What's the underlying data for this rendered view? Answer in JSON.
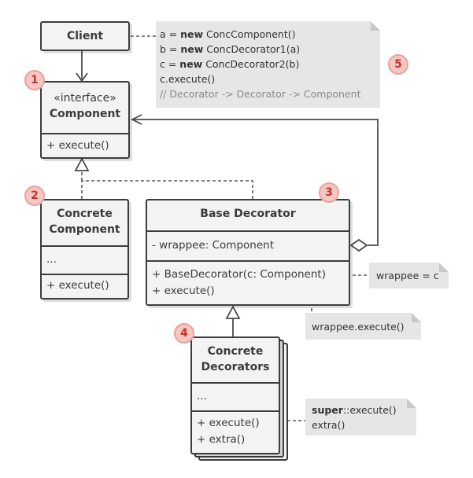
{
  "client": {
    "title": "Client"
  },
  "component": {
    "stereotype": "«interface»",
    "title": "Component",
    "method": "+ execute()"
  },
  "concrete_component": {
    "title_line1": "Concrete",
    "title_line2": "Component",
    "fields": "...",
    "method": "+ execute()"
  },
  "base_decorator": {
    "title": "Base Decorator",
    "field": "- wrappee: Component",
    "method1": "+ BaseDecorator(c: Component)",
    "method2": "+ execute()"
  },
  "concrete_decorators": {
    "title_line1": "Concrete",
    "title_line2": "Decorators",
    "fields": "...",
    "method1": "+ execute()",
    "method2": "+ extra()"
  },
  "notes": {
    "client_code": {
      "l1_a": "a = ",
      "l1_kw": "new",
      "l1_b": " ConcComponent()",
      "l2_a": "b = ",
      "l2_kw": "new",
      "l2_b": " ConcDecorator1(a)",
      "l3_a": "c = ",
      "l3_kw": "new",
      "l3_b": " ConcDecorator2(b)",
      "l4": "c.execute()",
      "l5": "// Decorator -> Decorator -> Component"
    },
    "wrappee_assign": "wrappee = c",
    "wrappee_execute": "wrappee.execute()",
    "super_execute_kw": "super",
    "super_execute_rest": "::execute()",
    "super_extra": "extra()"
  },
  "badges": [
    "1",
    "2",
    "3",
    "4",
    "5"
  ],
  "colors": {
    "badge_fill": "#f6c7c2",
    "badge_text": "#c9302c",
    "box_fill": "#f3f3f3",
    "note_fill": "#e6e6e6",
    "line": "#3d3d3d"
  }
}
